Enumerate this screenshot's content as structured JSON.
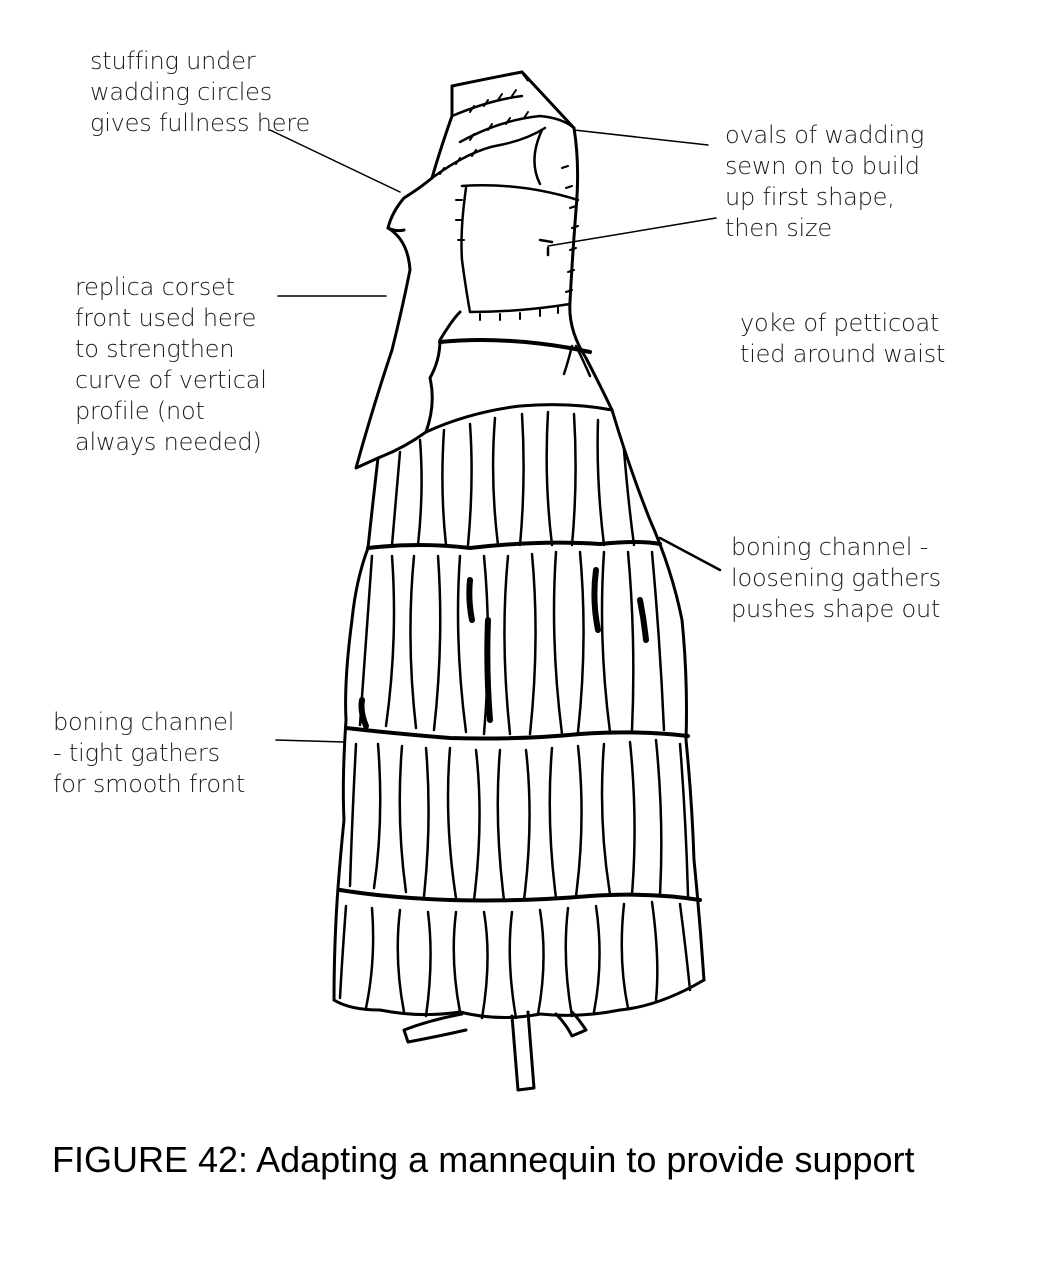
{
  "labels": {
    "stuffing": "stuffing under\nwadding circles\ngives fullness here",
    "ovals": "ovals of wadding\nsewn on to build\nup first shape,\nthen size",
    "corset": "replica corset\nfront used here\nto strengthen\ncurve of vertical\nprofile (not\nalways needed)",
    "yoke": "yoke of petticoat\ntied around waist",
    "boning_right": "boning channel -\nloosening gathers\npushes shape out",
    "boning_left": "boning channel\n- tight gathers\nfor smooth front"
  },
  "caption": "FIGURE 42:  Adapting a mannequin to provide support"
}
